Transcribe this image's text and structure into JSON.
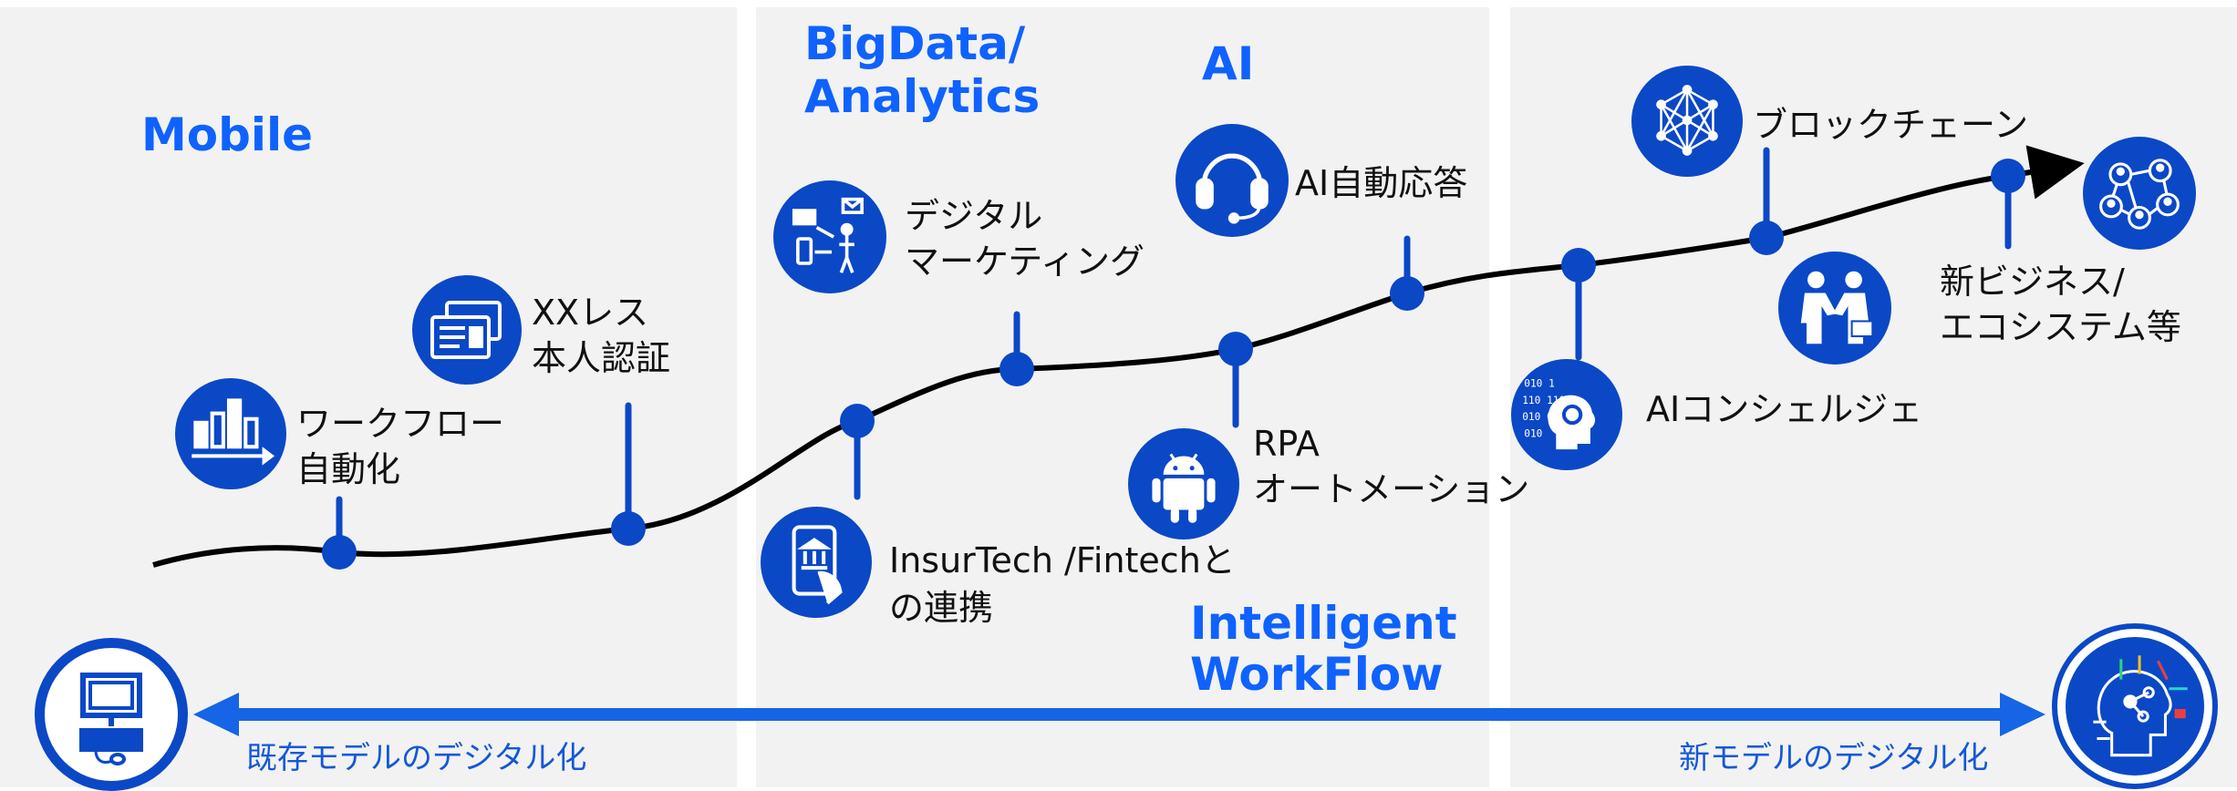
{
  "categories": {
    "mobile": "Mobile",
    "bigdata_1": "BigData/",
    "bigdata_2": "Analytics",
    "ai": "AI",
    "intelligent_1": "Intelligent",
    "intelligent_2": "WorkFlow"
  },
  "milestones": {
    "workflow_1": "ワークフロー",
    "workflow_2": "自動化",
    "xxless_1": "XXレス",
    "xxless_2": "本人認証",
    "insurtech_1": "InsurTech /Fintechと",
    "insurtech_2": "の連携",
    "digital_mkt_1": "デジタル",
    "digital_mkt_2": "マーケティング",
    "rpa_1": "RPA",
    "rpa_2": "オートメーション",
    "ai_answer": "AI自動応答",
    "ai_concierge": "AIコンシェルジェ",
    "blockchain": "ブロックチェーン",
    "newbiz_1": "新ビジネス/",
    "newbiz_2": "エコシステム等"
  },
  "bottom": {
    "left": "既存モデルのデジタル化",
    "right": "新モデルのデジタル化"
  },
  "colors": {
    "accent": "#0f62fe",
    "icon_fill": "#0b48c6",
    "arrow": "#1565e6",
    "curve": "#000000",
    "panel": "#f2f2f2"
  },
  "icons": [
    "workflow-chart-icon",
    "id-card-icon",
    "bank-smartphone-icon",
    "digital-marketing-icon",
    "android-robot-icon",
    "headset-icon",
    "brain-gear-icon",
    "blockchain-network-icon",
    "handshake-icon",
    "people-network-icon",
    "computer-icon",
    "ai-circuit-head-icon"
  ]
}
